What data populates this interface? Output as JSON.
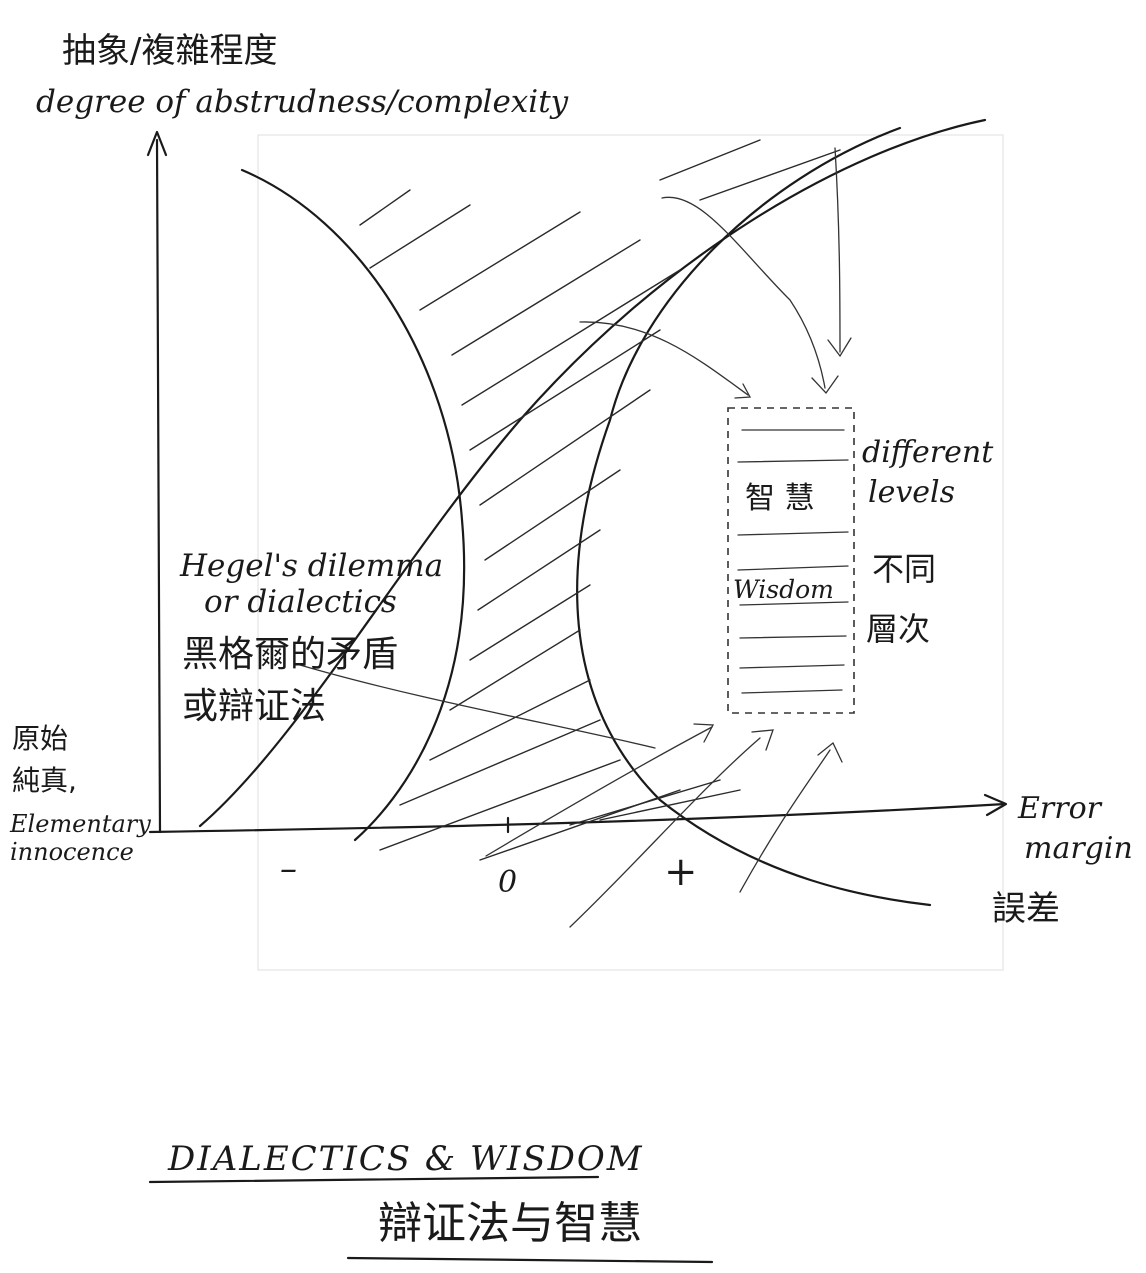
{
  "y_axis": {
    "label_zh": "抽象/複雜程度",
    "label_en": "degree of abstrudness/complexity"
  },
  "x_axis": {
    "label_en_line1": "Error",
    "label_en_line2": "margin",
    "label_zh": "誤差",
    "ticks": [
      "–",
      "0",
      "+"
    ]
  },
  "origin_label": {
    "zh_line1": "原始",
    "zh_line2": "純真,",
    "en_line1": "Elementary",
    "en_line2": "innocence"
  },
  "hegel": {
    "line1": "Hegel's dilemma",
    "line2": "or dialectics",
    "zh_line1": "黑格爾的矛盾",
    "zh_line2": "或辯证法"
  },
  "wisdom_box": {
    "zh": "智 慧",
    "en": "Wisdom"
  },
  "levels": {
    "en_line1": "different",
    "en_line2": "levels",
    "zh_line1": "不同",
    "zh_line2": "層次"
  },
  "title": {
    "en": "DIALECTICS & WISDOM",
    "zh": "辯证法与智慧"
  },
  "colors": {
    "ink": "#1a1a1a",
    "paper": "#ffffff"
  }
}
